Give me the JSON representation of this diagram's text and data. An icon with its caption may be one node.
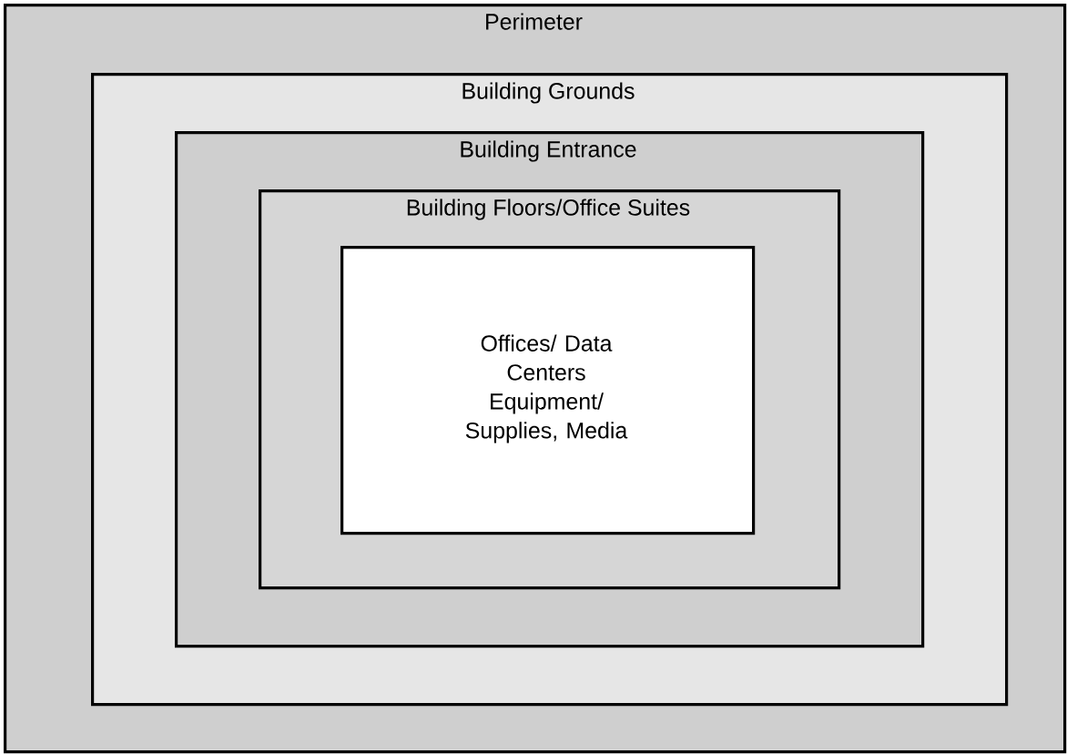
{
  "diagram": {
    "nodes": [
      {
        "text": [
          "Perimeter"
        ]
      },
      {
        "text": [
          "Building Grounds"
        ],
        "in": 0
      },
      {
        "text": [
          "Building Entrance"
        ],
        "in": 1
      },
      {
        "text": [
          "Building Floors/Office Suites"
        ],
        "in": 2
      },
      {
        "text": [
          "Offices/ Data Centers Equipment/ Supplies, Media"
        ],
        "in": 3
      }
    ]
  }
}
